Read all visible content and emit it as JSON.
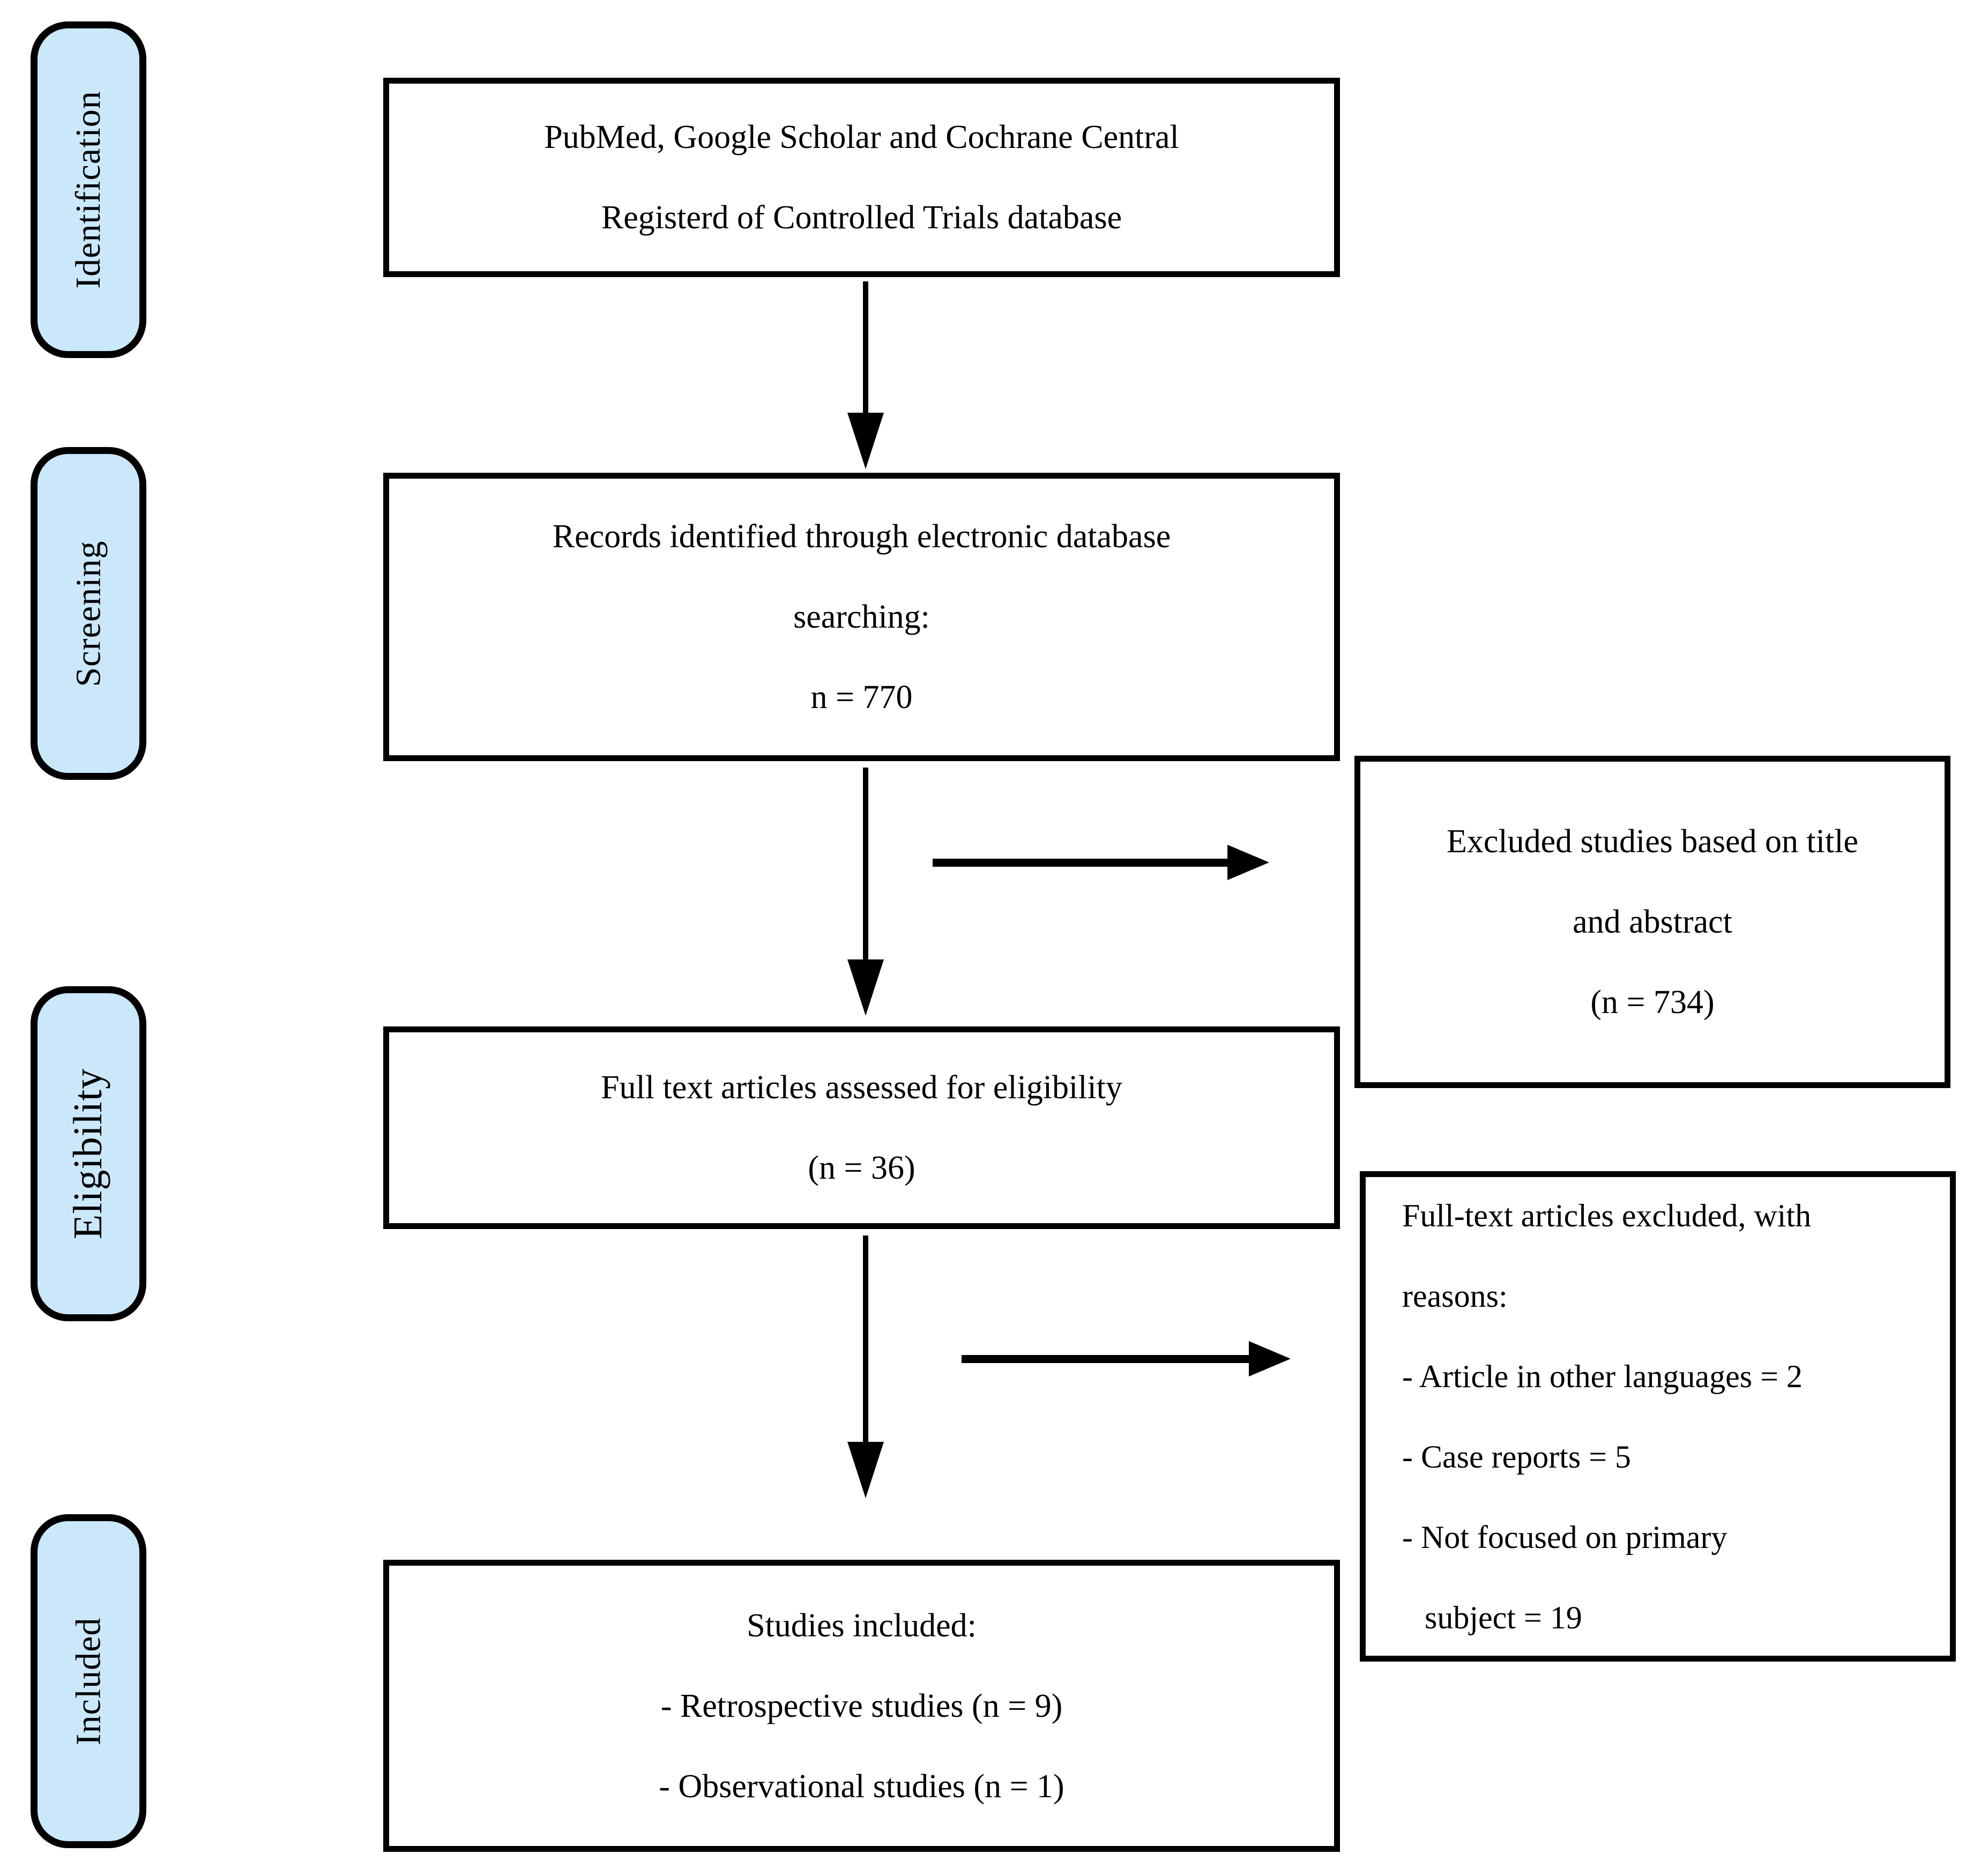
{
  "colors": {
    "stage_fill": "#cbe7fa",
    "stroke": "#000000",
    "background": "#ffffff"
  },
  "stages": [
    {
      "label": "Identification"
    },
    {
      "label": "Screening"
    },
    {
      "label": "Eligibility"
    },
    {
      "label": "Included"
    }
  ],
  "flow": {
    "databases": {
      "lines": [
        "PubMed, Google Scholar and Cochrane Central",
        "Registerd of Controlled Trials database"
      ]
    },
    "records": {
      "lines": [
        "Records identified through electronic database",
        "searching:",
        "n = 770"
      ]
    },
    "fulltext_assessed": {
      "lines": [
        "Full text articles assessed for eligibility",
        "(n = 36)"
      ]
    },
    "studies_included": {
      "lines": [
        "Studies included:",
        "- Retrospective studies (n = 9)",
        "- Observational studies (n = 1)"
      ]
    }
  },
  "side": {
    "excluded_title_abstract": {
      "lines": [
        "Excluded studies based on title",
        "and abstract",
        "(n = 734)"
      ]
    },
    "excluded_fulltext": {
      "lines": [
        "Full-text articles excluded, with",
        "reasons:",
        "- Article in other languages = 2",
        "- Case reports = 5",
        "- Not focused on primary",
        "subject = 19"
      ]
    }
  }
}
